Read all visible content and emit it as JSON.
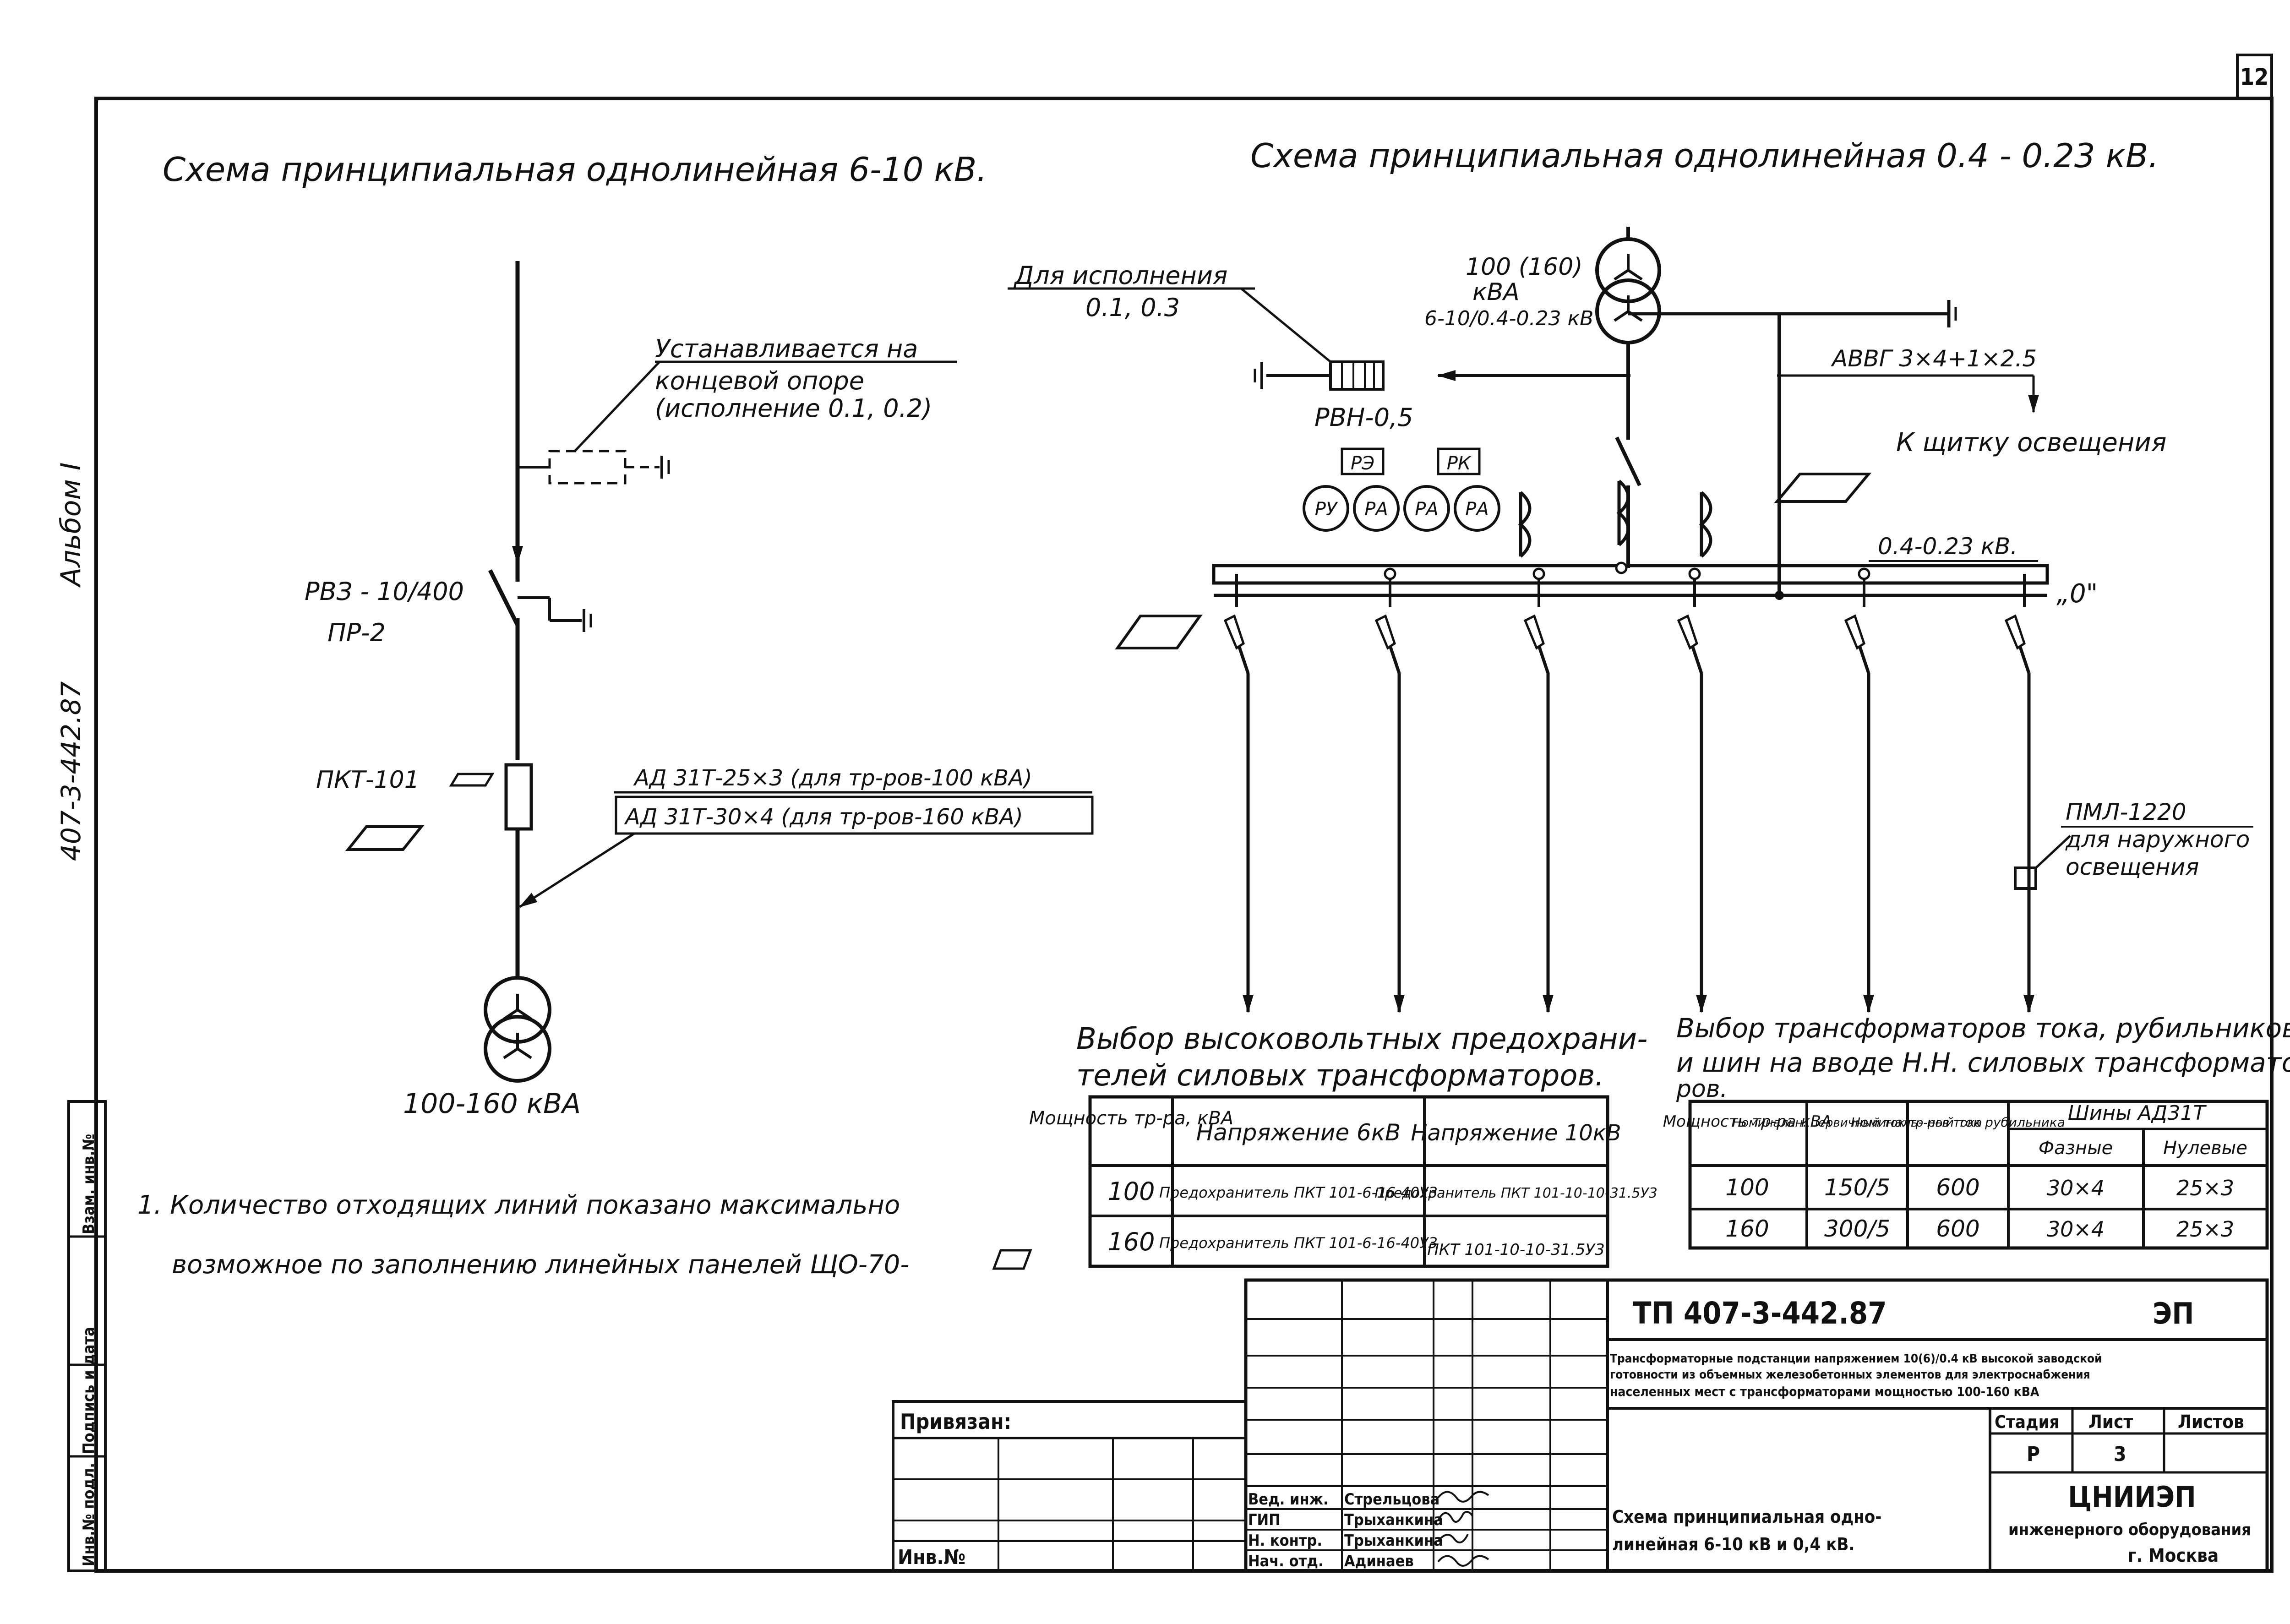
{
  "sheet_number": "12",
  "album_label": "Альбом I",
  "album_code": "407-3-442.87",
  "left_stamp_labels": [
    "Инв.№ подл.",
    "Подпись и дата",
    "Взам. инв.№"
  ],
  "left_schema": {
    "title": "Схема принципиальная однолинейная 6-10 кВ.",
    "install_note": [
      "Устанавливается на",
      "концевой опоре",
      "(исполнение 0.1, 0.2)"
    ],
    "switch_label": [
      "РВЗ - 10/400",
      "ПР-2"
    ],
    "fuse_label": "ПКТ-101",
    "cable_labels": [
      "АД 31Т-25×3 (для тр-ров-100 кВА)",
      "АД 31Т-30×4 (для тр-ров-160 кВА)"
    ],
    "transformer_label": "100-160 кВА"
  },
  "right_schema": {
    "title": "Схема принципиальная однолинейная 0.4 - 0.23 кВ.",
    "variant_note": [
      "Для исполнения",
      "0.1, 0.3"
    ],
    "transformer_label": [
      "100 (160)",
      "кВА",
      "6-10/0.4-0.23 кВ"
    ],
    "cable_label": "АВВГ 3×4+1×2.5",
    "arrester_label": "РВН-0,5",
    "lighting_label": "К щитку освещения",
    "relay_labels": [
      "РЭ",
      "РК"
    ],
    "meter_labels": [
      "РУ",
      "РА",
      "РА",
      "РА"
    ],
    "bus_label": "0.4-0.23 кВ.",
    "neutral_label": "„0\"",
    "starter_label": [
      "ПМЛ-1220",
      "для наружного",
      "освещения"
    ]
  },
  "note": [
    "1. Количество отходящих линий показано максимально",
    "возможное по заполнению линейных панелей ЩО-70-"
  ],
  "table_hv": {
    "title": [
      "Выбор высоковольтных предохрани-",
      "телей силовых трансформаторов."
    ],
    "headers": [
      "Мощность тр-ра, кВА",
      "Напряжение 6кВ",
      "Напряжение 10кВ"
    ],
    "rows": [
      [
        "100",
        "Предохранитель ПКТ 101-6-16-40У3",
        "Предохранитель ПКТ 101-10-10-31.5У3"
      ],
      [
        "160",
        "Предохранитель ПКТ 101-6-16-40У3",
        "ПКТ 101-10-10-31.5У3"
      ]
    ]
  },
  "table_lv": {
    "title": [
      "Выбор трансформаторов тока, рубильников",
      "и шин на вводе Н.Н. силовых трансформато-",
      "ров."
    ],
    "headers": [
      "Мощность тр-ра кВА",
      "Номинальн. первичный ток тр-ров тока",
      "Номиналь- ный ток рубильника",
      "Шины АД31Т",
      "Фазные",
      "Нулевые"
    ],
    "rows": [
      [
        "100",
        "150/5",
        "600",
        "30×4",
        "25×3"
      ],
      [
        "160",
        "300/5",
        "600",
        "30×4",
        "25×3"
      ]
    ]
  },
  "title_block": {
    "code": "ТП 407-3-442.87",
    "mark": "ЭП",
    "description": [
      "Трансформаторные подстанции напряжением 10(6)/0.4 кВ высокой заводской",
      "готовности из объемных железобетонных элементов для электроснабжения",
      "населенных мест с трансформаторами мощностью 100-160 кВА"
    ],
    "stage_header": "Стадия",
    "sheet_header": "Лист",
    "sheets_header": "Листов",
    "stage": "Р",
    "sheet": "3",
    "drawing_title": [
      "Схема принципиальная одно-",
      "линейная 6-10 кВ и 0,4 кВ."
    ],
    "org": [
      "ЦНИИЭП",
      "инженерного оборудования",
      "г. Москва"
    ],
    "bound_label": "Привязан:",
    "inv_label": "Инв.№",
    "roles": [
      "Вед. инж.",
      "ГИП",
      "Н. контр.",
      "Нач. отд."
    ],
    "names": [
      "Стрельцова",
      "Трыханкина",
      "Трыханкина",
      "Адинаев"
    ]
  }
}
